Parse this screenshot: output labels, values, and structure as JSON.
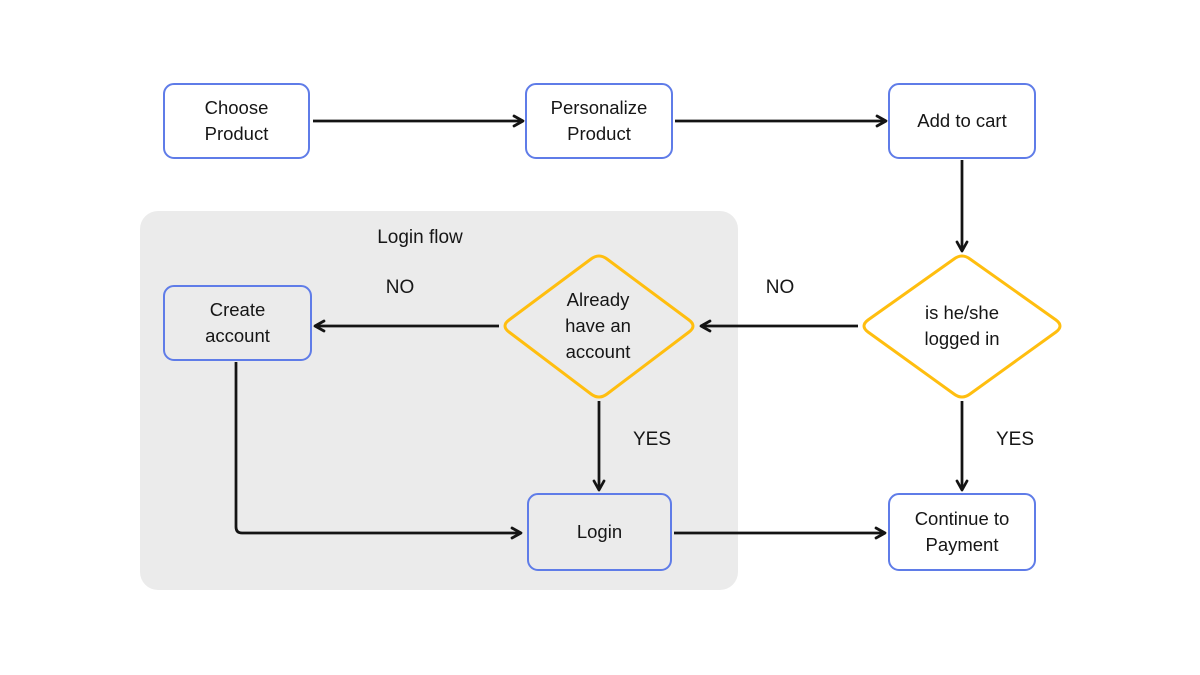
{
  "diagram": {
    "group": {
      "label": "Login flow"
    },
    "nodes": {
      "choose_product": {
        "label": "Choose\nProduct"
      },
      "personalize_product": {
        "label": "Personalize\nProduct"
      },
      "add_to_cart": {
        "label": "Add to cart"
      },
      "create_account": {
        "label": "Create\naccount"
      },
      "login": {
        "label": "Login"
      },
      "continue_payment": {
        "label": "Continue to\nPayment"
      },
      "decision_logged_in": {
        "label": "is he/she\nlogged in"
      },
      "decision_already_account": {
        "label": "Already\nhave an\naccount"
      }
    },
    "edge_labels": {
      "logged_in_no": "NO",
      "logged_in_yes": "YES",
      "account_no": "NO",
      "account_yes": "YES"
    },
    "colors": {
      "process_border": "#5F7CE8",
      "decision_border": "#FFBE0F",
      "group_background": "#EBEBEB",
      "connector": "#141414",
      "text": "#161616",
      "page_background": "#FFFFFF"
    }
  }
}
